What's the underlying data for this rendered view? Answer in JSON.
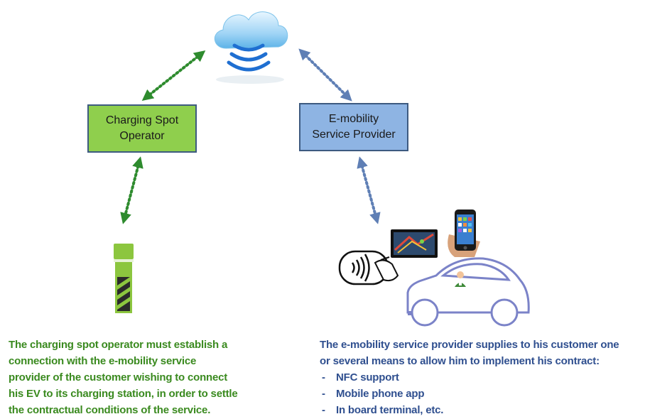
{
  "boxes": {
    "cso": {
      "line1": "Charging Spot",
      "line2": "Operator"
    },
    "emsp": {
      "line1": "E-mobility",
      "line2": "Service Provider"
    }
  },
  "left_text": {
    "lines": [
      "The charging spot operator must establish a",
      "connection with the e-mobility service",
      "provider of the customer wishing to connect",
      "his EV to its  charging station, in order to settle",
      "the contractual conditions of the service."
    ]
  },
  "right_text": {
    "lines": [
      "The e-mobility service provider supplies to his customer one",
      "or several means to allow him to implement his contract:"
    ],
    "items": [
      "NFC support",
      "Mobile phone app",
      "In board terminal, etc."
    ],
    "bullet": "-"
  },
  "colors": {
    "green_arrow": "#2e8b2e",
    "blue_arrow": "#5f7fb5",
    "cso_fill": "#8fcf4d",
    "emsp_fill": "#8eb4e3",
    "left_text": "#3a8a1f",
    "right_text": "#2f4f8f"
  },
  "icons": [
    "cloud-wireless-icon",
    "charging-spot-icon",
    "nfc-card-icon",
    "gps-terminal-icon",
    "smartphone-icon",
    "electric-car-icon"
  ]
}
